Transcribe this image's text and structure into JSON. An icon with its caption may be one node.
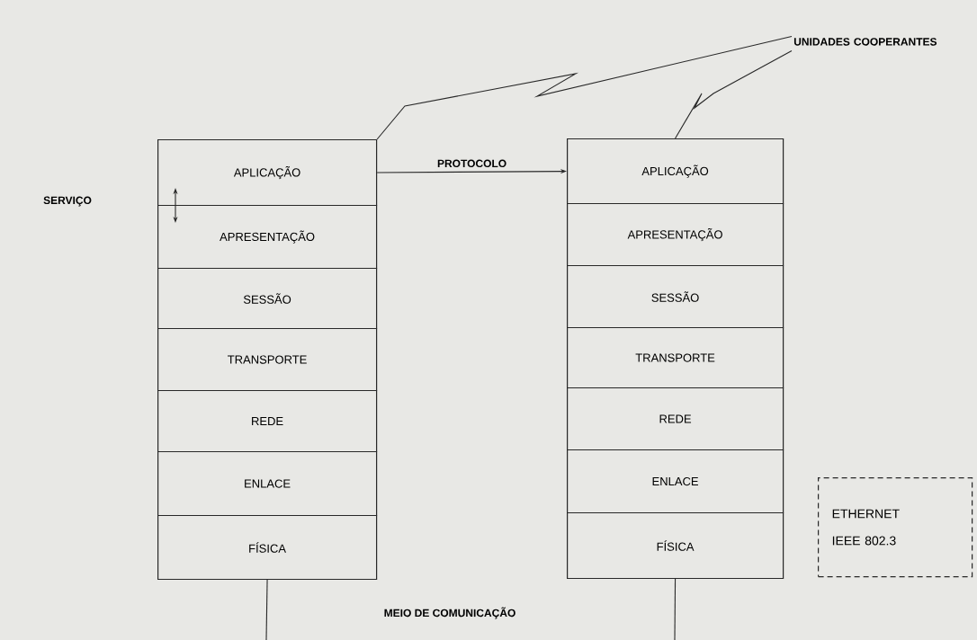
{
  "diagram": {
    "nodes": [
      {
        "text": [],
        "shape": "box"
      },
      {
        "text": [
          "APLICAÇÃO"
        ],
        "in": 0
      },
      {
        "text": [
          "APRESENTAÇÃO"
        ],
        "in": 0
      },
      {
        "text": [
          "SESSÃO"
        ],
        "in": 0
      },
      {
        "text": [
          "TRANSPORTE"
        ],
        "in": 0
      },
      {
        "text": [
          "REDE"
        ],
        "in": 0
      },
      {
        "text": [
          "ENLACE"
        ],
        "in": 0
      },
      {
        "text": [
          "FÍSICA"
        ],
        "in": 0
      },
      {
        "text": [],
        "shape": "box"
      },
      {
        "text": [
          "APLICAÇÃO"
        ],
        "in": 8
      },
      {
        "text": [
          "APRESENTAÇÃO"
        ],
        "in": 8
      },
      {
        "text": [
          "SESSÃO"
        ],
        "in": 8
      },
      {
        "text": [
          "TRANSPORTE"
        ],
        "in": 8
      },
      {
        "text": [
          "REDE"
        ],
        "in": 8
      },
      {
        "text": [
          "ENLACE"
        ],
        "in": 8
      },
      {
        "text": [
          "FÍSICA"
        ],
        "in": 8
      },
      {
        "text": [
          "UNIDADES COOPERANTES"
        ]
      },
      {
        "text": [
          "ETHERNET",
          "IEEE 802.3"
        ]
      }
    ],
    "edges": [
      {
        "from": 1,
        "to": 9,
        "arrow": "to",
        "label": "PROTOCOLO"
      },
      {
        "from": 1,
        "to": 2,
        "arrow": "both"
      },
      {
        "from": 7,
        "to": null,
        "arrow": "none"
      },
      {
        "from": 15,
        "to": null,
        "arrow": "none"
      },
      {
        "from": 16,
        "to": 0,
        "arrow": "none"
      },
      {
        "from": 16,
        "to": 8,
        "arrow": "none"
      }
    ],
    "labels": [
      "SERVIÇO",
      "MEIO DE COMUNICAÇÃO"
    ]
  }
}
